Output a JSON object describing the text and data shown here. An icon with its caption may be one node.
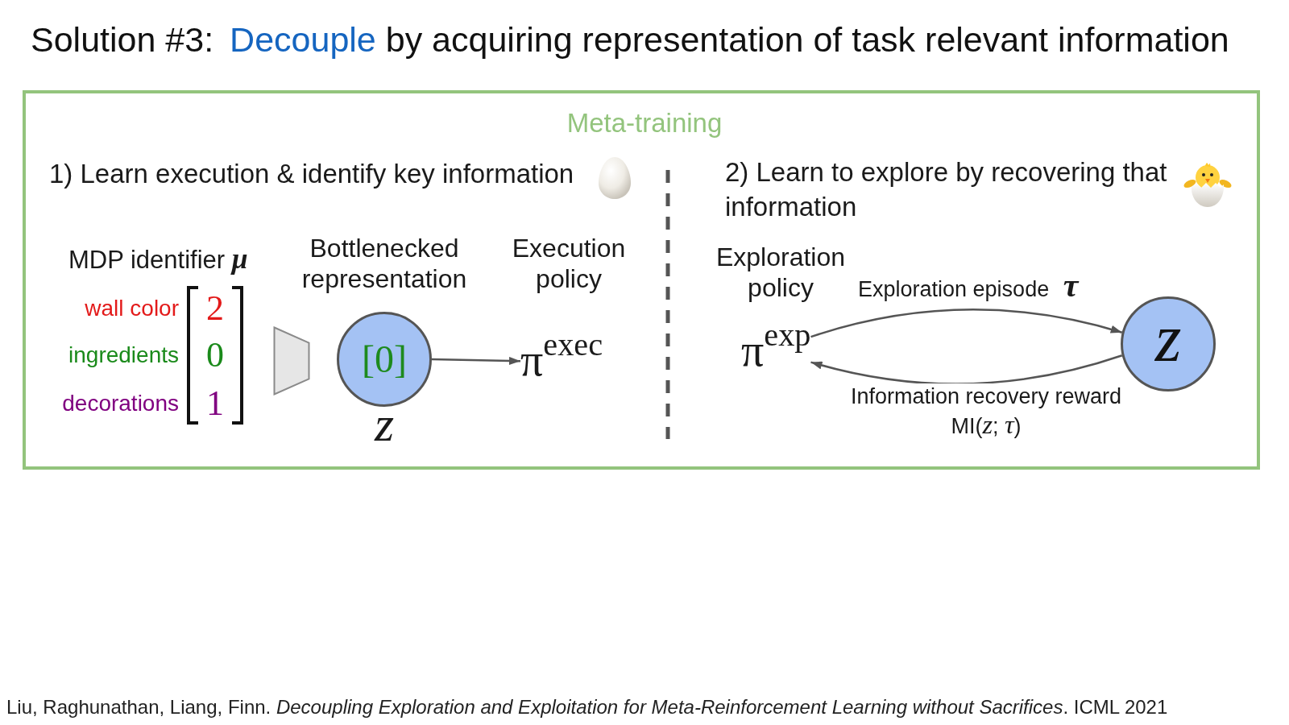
{
  "diagram": {
    "title": "Solution #3: Decouple by acquiring representation of task relevant information",
    "caption": "Liu, Raghunathan, Liang, Finn. *Decoupling Exploration and Exploitation for Meta-Reinforcement Learning without Sacrifices*. ICML 2021",
    "nodes": [
      {
        "text": [
          "Meta-training"
        ]
      },
      {
        "text": [],
        "shape": "trapezoid",
        "in": 0
      },
      {
        "text": [
          "[0]"
        ],
        "beside": [
          "Bottlenecked representation",
          "z"
        ],
        "in": 0
      },
      {
        "text": [
          "π$^{exec}$"
        ],
        "beside": [
          "Execution policy"
        ],
        "in": 0
      },
      {
        "text": [
          "π$^{exp}$"
        ],
        "beside": [
          "Exploration policy"
        ],
        "in": 0
      },
      {
        "text": [
          "z"
        ],
        "in": 0
      }
    ],
    "edges": [
      {
        "from": 2,
        "to": 3,
        "arrow": "to"
      },
      {
        "from": 4,
        "to": 5,
        "arrow": "to",
        "label": "Exploration episode *τ*"
      },
      {
        "from": 5,
        "to": 4,
        "arrow": "to",
        "label": "Information recovery reward MI(*z*; *τ*)"
      }
    ],
    "labels": [
      "1) Learn execution & identify key information",
      "MDP identifier *μ*",
      "wall color",
      "2",
      "ingredients",
      "0",
      "decorations",
      "1",
      "2) Learn to explore by recovering that information"
    ]
  }
}
